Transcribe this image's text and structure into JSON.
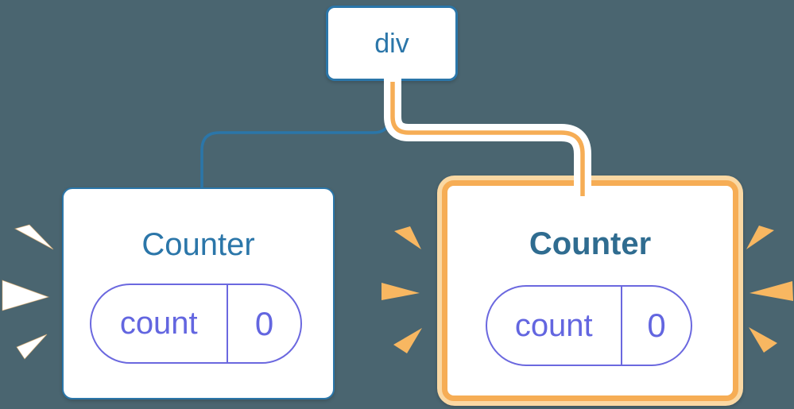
{
  "diagram": {
    "description": "React component tree diagram: a div root node with two Counter children; the right Counter is newly added and highlighted with orange frame and sparks",
    "root_node": {
      "label": "div"
    },
    "left_counter": {
      "title": "Counter",
      "state": {
        "key": "count",
        "value": "0"
      },
      "highlighted": false,
      "spark_color": "#FFFFFF"
    },
    "right_counter": {
      "title": "Counter",
      "state": {
        "key": "count",
        "value": "0"
      },
      "highlighted": true,
      "spark_color": "#F8B761"
    },
    "colors": {
      "background": "#4A6570",
      "node_fill": "#FFFFFF",
      "blue": "#2B76A9",
      "blue_bold_title": "#2F6C90",
      "purple": "#6366E0",
      "purple_border": "#6B68DF",
      "orange": "#F6AD55",
      "orange_pale": "#FAD8A3",
      "connector_casing": "#FFFFFF"
    }
  }
}
